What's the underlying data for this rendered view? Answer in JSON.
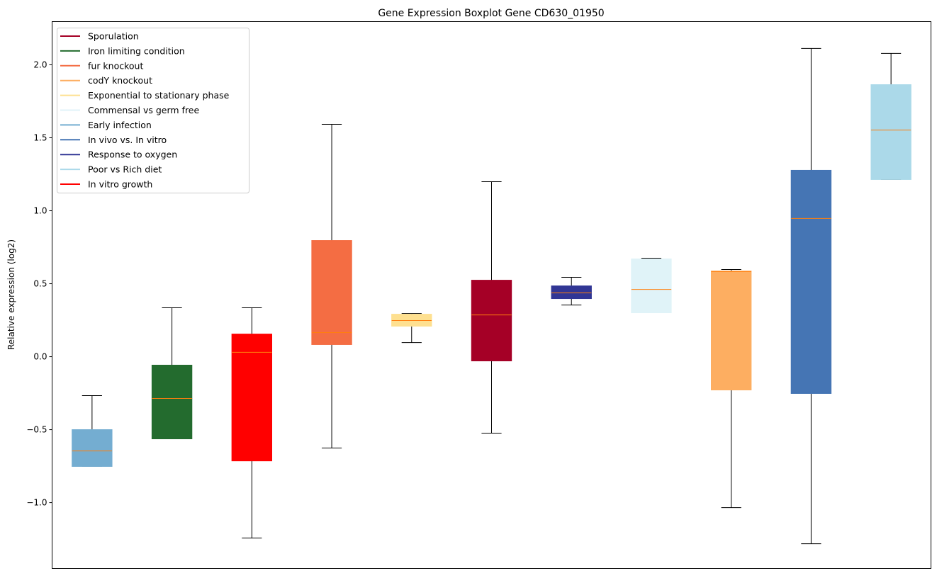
{
  "chart_data": {
    "type": "boxplot",
    "title": "Gene Expression Boxplot Gene CD630_01950",
    "xlabel": "",
    "ylabel": "Relative expression (log2)",
    "ylim": [
      -1.451,
      2.296
    ],
    "yticks": [
      -1.0,
      -0.5,
      0.0,
      0.5,
      1.0,
      1.5,
      2.0
    ],
    "ytick_labels": [
      "−1.0",
      "−0.5",
      "0.0",
      "0.5",
      "1.0",
      "1.5",
      "2.0"
    ],
    "grid": false,
    "legend_position": "top-left",
    "median_color": "#ff7f0e",
    "legend": [
      {
        "label": "Sporulation",
        "color": "#a50026"
      },
      {
        "label": "Iron limiting condition",
        "color": "#236b2e"
      },
      {
        "label": "fur knockout",
        "color": "#f46d43"
      },
      {
        "label": "codY knockout",
        "color": "#fdae61"
      },
      {
        "label": "Exponential to stationary phase",
        "color": "#fee090"
      },
      {
        "label": "Commensal vs germ free",
        "color": "#e0f3f8"
      },
      {
        "label": "Early infection",
        "color": "#74add1"
      },
      {
        "label": "In vivo vs. In vitro",
        "color": "#4575b4"
      },
      {
        "label": "Response to oxygen",
        "color": "#313695"
      },
      {
        "label": "Poor vs Rich diet",
        "color": "#abd9e9"
      },
      {
        "label": "In vitro growth",
        "color": "#ff0000"
      }
    ],
    "boxes": [
      {
        "group": "Early infection",
        "color": "#74add1",
        "whisker_low": -0.752,
        "q1": -0.752,
        "median": -0.646,
        "q3": -0.5,
        "whisker_high": -0.267
      },
      {
        "group": "Iron limiting condition",
        "color": "#236b2e",
        "whisker_low": -0.563,
        "q1": -0.563,
        "median": -0.286,
        "q3": -0.058,
        "whisker_high": 0.335
      },
      {
        "group": "In vitro growth",
        "color": "#ff0000",
        "whisker_low": -1.243,
        "q1": -0.714,
        "median": 0.03,
        "q3": 0.155,
        "whisker_high": 0.335
      },
      {
        "group": "fur knockout",
        "color": "#f46d43",
        "whisker_low": -0.626,
        "q1": 0.083,
        "median": 0.165,
        "q3": 0.796,
        "whisker_high": 1.592
      },
      {
        "group": "Exponential to stationary phase",
        "color": "#fee090",
        "whisker_low": 0.097,
        "q1": 0.209,
        "median": 0.248,
        "q3": 0.291,
        "whisker_high": 0.296
      },
      {
        "group": "Sporulation",
        "color": "#a50026",
        "whisker_low": -0.524,
        "q1": -0.029,
        "median": 0.286,
        "q3": 0.524,
        "whisker_high": 1.199
      },
      {
        "group": "Response to oxygen",
        "color": "#313695",
        "whisker_low": 0.354,
        "q1": 0.398,
        "median": 0.437,
        "q3": 0.485,
        "whisker_high": 0.544
      },
      {
        "group": "Commensal vs germ free",
        "color": "#e0f3f8",
        "whisker_low": 0.301,
        "q1": 0.301,
        "median": 0.461,
        "q3": 0.67,
        "whisker_high": 0.675
      },
      {
        "group": "codY knockout",
        "color": "#fdae61",
        "whisker_low": -1.034,
        "q1": -0.228,
        "median": 0.583,
        "q3": 0.587,
        "whisker_high": 0.597
      },
      {
        "group": "In vivo vs. In vitro",
        "color": "#4575b4",
        "whisker_low": -1.282,
        "q1": -0.252,
        "median": 0.947,
        "q3": 1.277,
        "whisker_high": 2.112
      },
      {
        "group": "Poor vs Rich diet",
        "color": "#abd9e9",
        "whisker_low": 1.214,
        "q1": 1.214,
        "median": 1.553,
        "q3": 1.864,
        "whisker_high": 2.078
      }
    ]
  }
}
